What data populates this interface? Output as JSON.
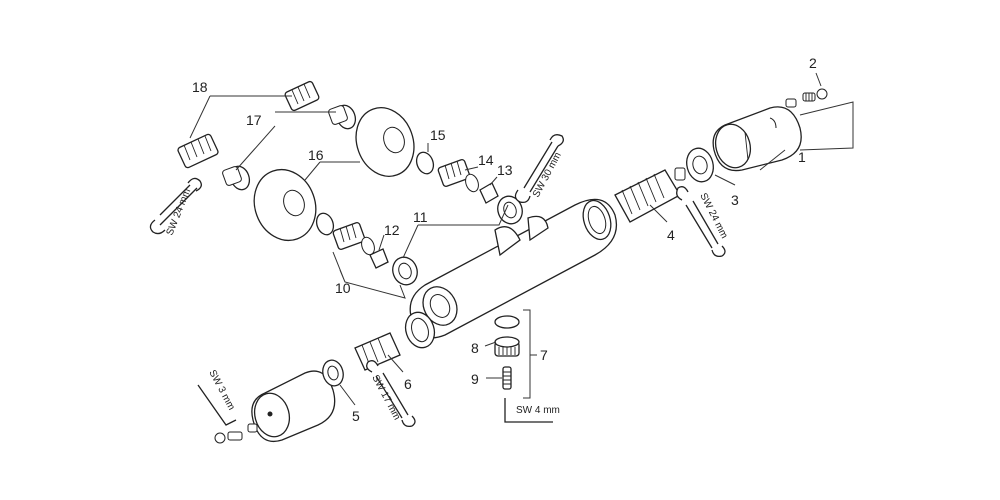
{
  "callouts": {
    "n1": "1",
    "n2": "2",
    "n3": "3",
    "n4": "4",
    "n5": "5",
    "n6": "6",
    "n7": "7",
    "n8": "8",
    "n9": "9",
    "n10": "10",
    "n11": "11",
    "n12": "12",
    "n13": "13",
    "n14": "14",
    "n15": "15",
    "n16": "16",
    "n17": "17",
    "n18": "18"
  },
  "tool_labels": {
    "sw24_left": "SW 24 mm",
    "sw30": "SW 30 mm",
    "sw24_right": "SW 24 mm",
    "sw3": "SW 3 mm",
    "sw17": "SW 17 mm",
    "sw4": "SW 4 mm"
  }
}
